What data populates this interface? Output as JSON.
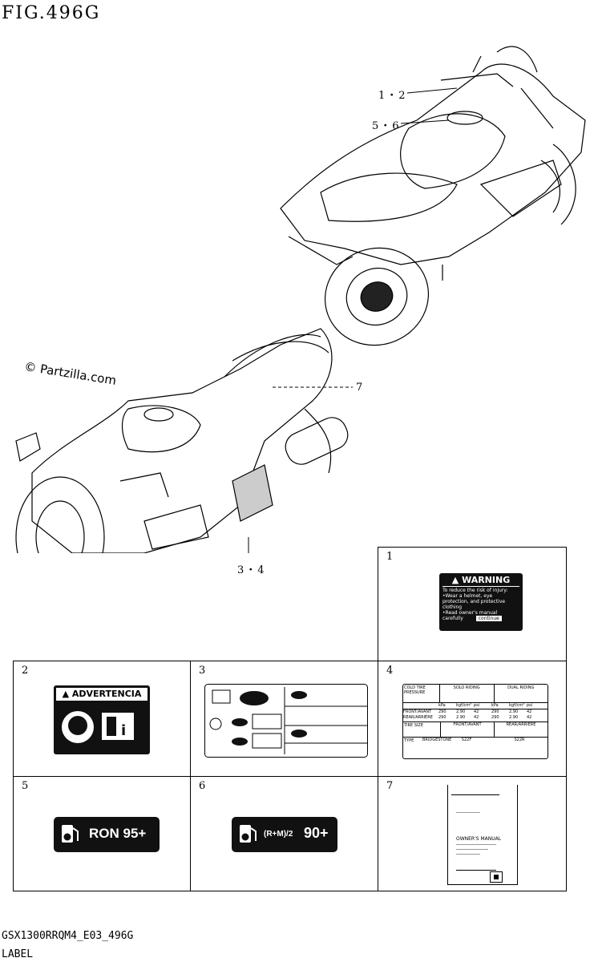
{
  "figure": {
    "title": "FIG.496G",
    "watermark": "© Partzilla.com"
  },
  "callouts": {
    "c12": "1・2",
    "c56": "5・6",
    "c7": "7",
    "c34": "3・4"
  },
  "cells": [
    {
      "num": "1"
    },
    {
      "num": "2"
    },
    {
      "num": "3"
    },
    {
      "num": "4"
    },
    {
      "num": "5"
    },
    {
      "num": "6"
    },
    {
      "num": "7"
    }
  ],
  "warning_label": {
    "title": "WARNING",
    "lines": [
      "To reduce the risk of injury:",
      "•Wear a helmet, eye",
      "  protection, and protective",
      "  clothing",
      "•Read owner's manual",
      "  carefully"
    ],
    "continue": "continue"
  },
  "advertencia_label": {
    "title": "ADVERTENCIA"
  },
  "fuel_label_5": {
    "text": "RON 95+"
  },
  "fuel_label_6": {
    "prefix": "(R+M)/2",
    "value": "90+"
  },
  "tire_label": {
    "h_cold": "COLD TIRE PRESSURE",
    "h_solo": "SOLO RIDING",
    "h_dual": "DUAL RIDING",
    "front": "FRONT/AVANT",
    "rear": "REAR/ARRIÈRE",
    "kpa": "kPa",
    "kgf": "kgf/cm²",
    "psi": "psi",
    "front_vals": [
      "290",
      "2.90",
      "42",
      "290",
      "2.90",
      "42"
    ],
    "rear_vals": [
      "290",
      "2.90",
      "42",
      "290",
      "2.90",
      "42"
    ],
    "tire_size": "TIRE SIZE",
    "type": "TYPE",
    "brand": "BRIDGESTONE",
    "model_front": "S22F",
    "model_rear": "S22R"
  },
  "manual_label": {
    "title": "OWNER'S MANUAL"
  },
  "footer": {
    "code": "GSX1300RRQM4_E03_496G",
    "label": "LABEL"
  }
}
